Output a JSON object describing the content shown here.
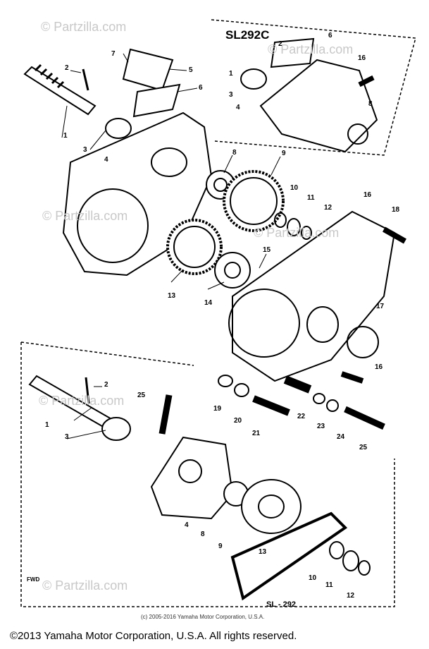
{
  "watermarks": [
    "© Partzilla.com",
    "© Partzilla.com",
    "© Partzilla.com",
    "© Partzilla.com",
    "© Partzilla.com",
    "© Partzilla.com"
  ],
  "inset_title": "SL292C",
  "lower_label": "SL - 292",
  "small_copyright": "(c) 2005-2016 Yamaha Motor Corporation, U.S.A.",
  "copyright": "©2013 Yamaha Motor Corporation, U.S.A. All rights reserved.",
  "fwd_label": "FWD",
  "part_numbers": [
    "1",
    "2",
    "3",
    "4",
    "5",
    "6",
    "7",
    "1",
    "2",
    "3",
    "4",
    "6",
    "8",
    "8",
    "9",
    "10",
    "11",
    "12",
    "13",
    "14",
    "15",
    "16",
    "16",
    "16",
    "17",
    "18",
    "19",
    "20",
    "21",
    "22",
    "23",
    "24",
    "25",
    "1",
    "2",
    "3",
    "4",
    "8",
    "9",
    "10",
    "11",
    "12",
    "13",
    "25"
  ]
}
